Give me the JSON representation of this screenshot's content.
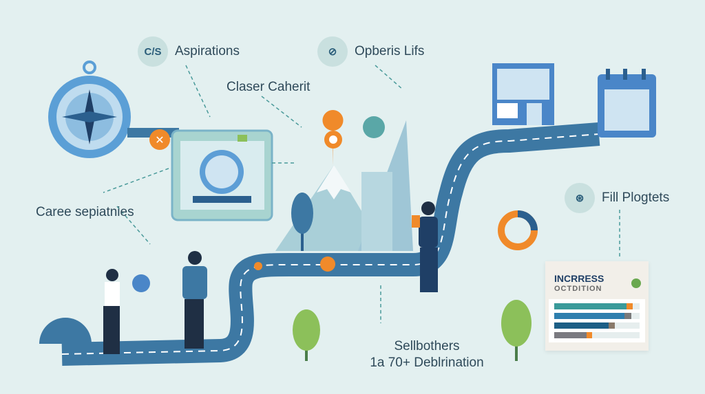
{
  "labels": {
    "aspirations": {
      "badge": "C/S",
      "text": "Aspirations"
    },
    "career_path": "Claser Caherit",
    "opportunities": {
      "text": "Opberis Lifs"
    },
    "career_aspirations": "Caree sepiatnies",
    "fill_projects": {
      "text": "Fill Plogtets"
    },
    "bottom_caption": {
      "line1": "Sellbothers",
      "line2": "1a 70+ Deblrination"
    }
  },
  "progress_card": {
    "title": "INCRRESS",
    "subtitle": "OCTDITION",
    "bars": [
      {
        "value": 0.85,
        "accent": 0.07,
        "color": "#3a9a9a",
        "accent_color": "#f08a2a"
      },
      {
        "value": 0.82,
        "accent": 0.08,
        "color": "#2e7fae",
        "accent_color": "#7a7a7a"
      },
      {
        "value": 0.64,
        "accent": 0.07,
        "color": "#1d5f86",
        "accent_color": "#8a7a6a"
      },
      {
        "value": 0.38,
        "accent": 0.06,
        "color": "#7a7a80",
        "accent_color": "#f08a2a"
      }
    ]
  },
  "colors": {
    "road": "#3d78a3",
    "orange": "#f08a2a",
    "teal": "#3a9a9a",
    "background": "#e3f0f0"
  }
}
